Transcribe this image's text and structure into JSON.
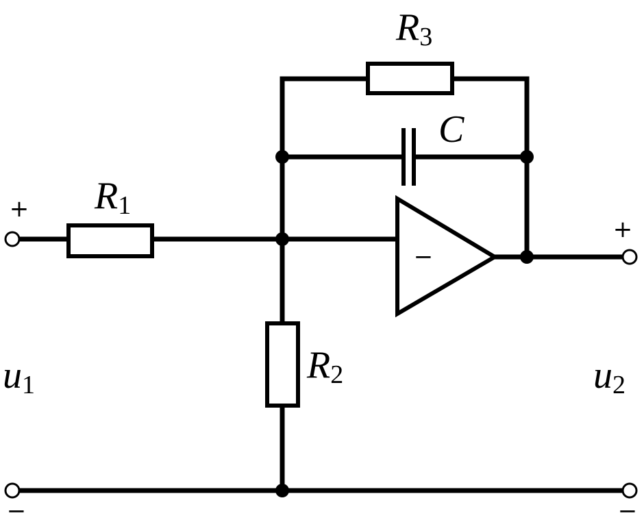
{
  "labels": {
    "r1": {
      "main": "R",
      "sub": "1"
    },
    "r2": {
      "main": "R",
      "sub": "2"
    },
    "r3": {
      "main": "R",
      "sub": "3"
    },
    "c": {
      "main": "C"
    },
    "u1": {
      "main": "u",
      "sub": "1"
    },
    "u2": {
      "main": "u",
      "sub": "2"
    }
  },
  "signs": {
    "input_plus": "+",
    "output_plus": "+",
    "input_minus": "−",
    "output_minus": "−",
    "opamp_minus": "−"
  }
}
